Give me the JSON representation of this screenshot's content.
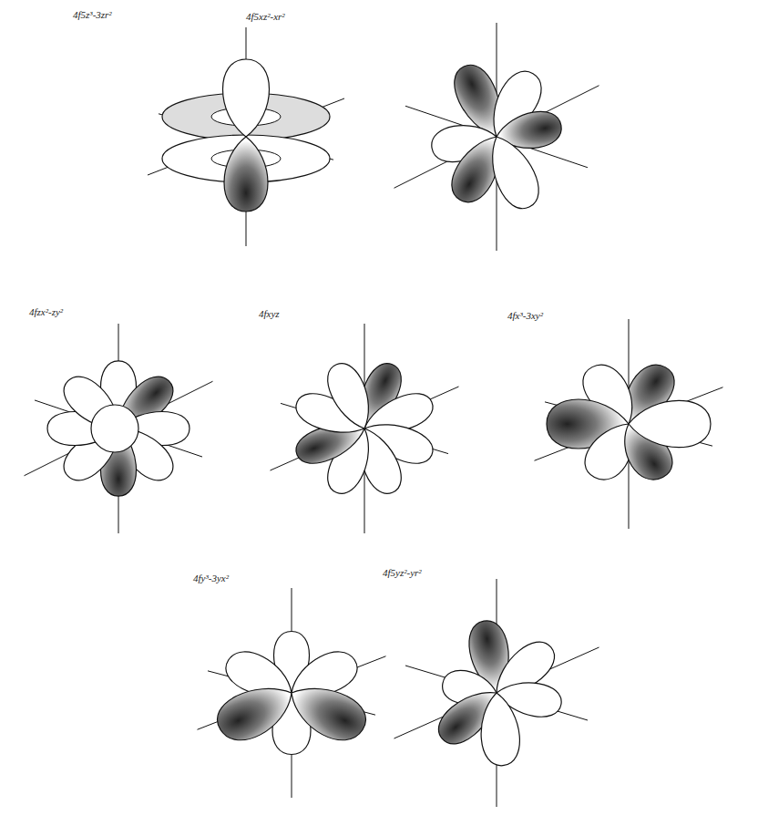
{
  "diagram": {
    "labels": [
      "4f5z³-3zr²",
      "4f5xz²-xr²",
      "4fzx²-zy²",
      "4fxyz",
      "4fx³-3xy²",
      "4fy³-3yx²",
      "4f5yz²-yr²"
    ]
  }
}
